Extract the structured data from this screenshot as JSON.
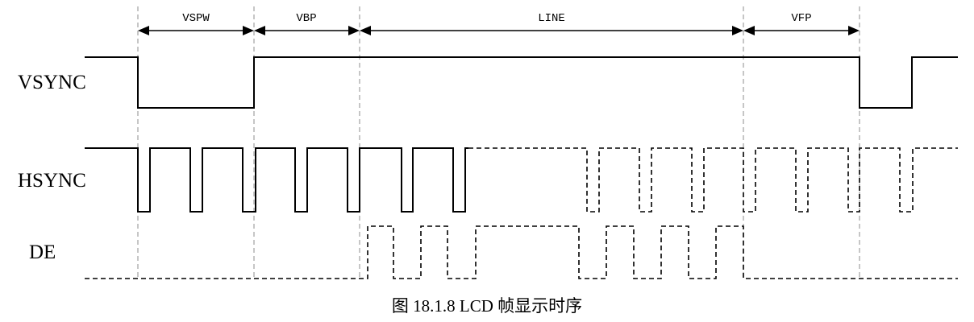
{
  "diagram": {
    "signals": [
      {
        "name": "VSYNC"
      },
      {
        "name": "HSYNC"
      },
      {
        "name": "DE"
      }
    ],
    "segments": [
      {
        "label": "VSPW"
      },
      {
        "label": "VBP"
      },
      {
        "label": "LINE"
      },
      {
        "label": "VFP"
      }
    ],
    "caption": "图 18.1.8 LCD 帧显示时序",
    "colors": {
      "line": "#000000",
      "guide": "#8c8c8c",
      "background": "#ffffff"
    }
  }
}
